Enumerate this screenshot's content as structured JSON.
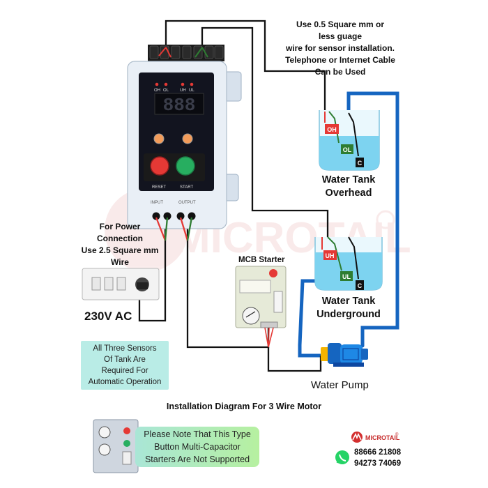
{
  "colors": {
    "pipe": "#1565c0",
    "wire": "#111111",
    "red_wire": "#e53935",
    "green_wire": "#2e7d32",
    "reset": "#e53935",
    "start": "#27ae60",
    "water": "#7dd3f0"
  },
  "sensor_note": [
    "Use 0.5 Square mm or",
    "less guage",
    "wire for sensor installation.",
    "Telephone or Internet Cable",
    "Can be Used"
  ],
  "power_note": [
    "For Power",
    "Connection",
    "Use 2.5 Square mm",
    "Wire"
  ],
  "voltage_label": "230V AC",
  "tank_overhead": {
    "line1": "Water Tank",
    "line2": "Overhead",
    "sensors": [
      "OH",
      "OL",
      "C"
    ]
  },
  "tank_underground": {
    "line1": "Water Tank",
    "line2": "Underground",
    "sensors": [
      "UH",
      "UL",
      "C"
    ]
  },
  "mcb_label": "MCB Starter",
  "pump_label": "Water Pump",
  "controller": {
    "indicators_left": [
      "OH",
      "OL"
    ],
    "indicators_right": [
      "UH",
      "UL"
    ],
    "display": "888",
    "reset_label": "RESET",
    "start_label": "START",
    "terminals_left": "INPUT",
    "terminals_right": "OUTPUT"
  },
  "sensors_required_note": [
    "All Three Sensors",
    "Of Tank Are",
    "Required For",
    "Automatic Operation"
  ],
  "diagram_title": "Installation Diagram For 3 Wire Motor",
  "unsupported_note": [
    "Please Note That This Type",
    "Button Multi-Capacitor",
    "Starters Are Not Supported"
  ],
  "brand": {
    "name": "MICROTAIL",
    "registered": "®",
    "watermark": "MICROTAIL"
  },
  "phones": [
    "88666 21808",
    "94273 74069"
  ],
  "icons": [
    "whatsapp-icon",
    "microtail-logo-icon",
    "power-socket-icon",
    "pump-icon"
  ]
}
